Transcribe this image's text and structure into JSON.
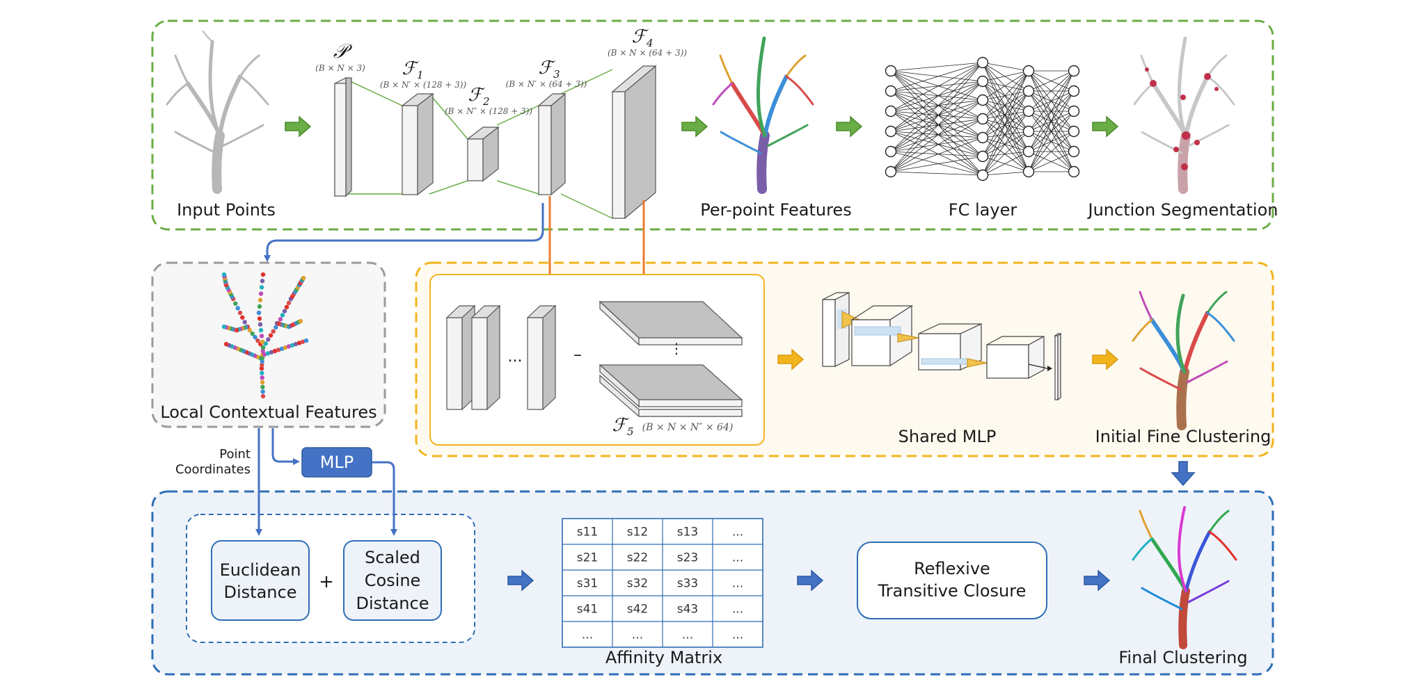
{
  "top": {
    "input_label": "Input Points",
    "per_point_label": "Per-point Features",
    "fc_label": "FC layer",
    "junction_label": "Junction Segmentation",
    "layers": [
      {
        "symbol": "𝒫",
        "sub": "",
        "dims": "(B × N × 3)"
      },
      {
        "symbol": "ℱ",
        "sub": "1",
        "dims": "(B × N′ × (128 + 3))"
      },
      {
        "symbol": "ℱ",
        "sub": "2",
        "dims": "(B × N″ × (128 + 3))"
      },
      {
        "symbol": "ℱ",
        "sub": "3",
        "dims": "(B × N′ × (64 + 3))"
      },
      {
        "symbol": "ℱ",
        "sub": "4",
        "dims": "(B × N × (64 + 3))"
      }
    ]
  },
  "middle": {
    "local_label": "Local Contextual Features",
    "dots_label": "...",
    "minus_label": "–",
    "f5_symbol": "ℱ",
    "f5_sub": "5",
    "f5_dims": "(B × N × N″ × 64)",
    "shared_mlp_label": "Shared MLP",
    "initial_label": "Initial Fine Clustering"
  },
  "bottom": {
    "point_coord_line1": "Point",
    "point_coord_line2": "Coordinates",
    "mlp_label": "MLP",
    "euclid_line1": "Euclidean",
    "euclid_line2": "Distance",
    "plus_label": "+",
    "cos_line1": "Scaled",
    "cos_line2": "Cosine",
    "cos_line3": "Distance",
    "affinity_label": "Affinity Matrix",
    "matrix": [
      [
        "s11",
        "s12",
        "s13",
        "..."
      ],
      [
        "s21",
        "s22",
        "s23",
        "..."
      ],
      [
        "s31",
        "s32",
        "s33",
        "..."
      ],
      [
        "s41",
        "s42",
        "s43",
        "..."
      ],
      [
        "...",
        "...",
        "...",
        "..."
      ]
    ],
    "closure_line1": "Reflexive",
    "closure_line2": "Transitive Closure",
    "final_label": "Final Clustering"
  },
  "colors": {
    "green": "#6aac45",
    "yellow": "#f2b41d",
    "blue": "#2e6db5",
    "gray": "#9a9a9a",
    "orange": "#ec7c30",
    "arrow_blue": "#4472c4"
  }
}
